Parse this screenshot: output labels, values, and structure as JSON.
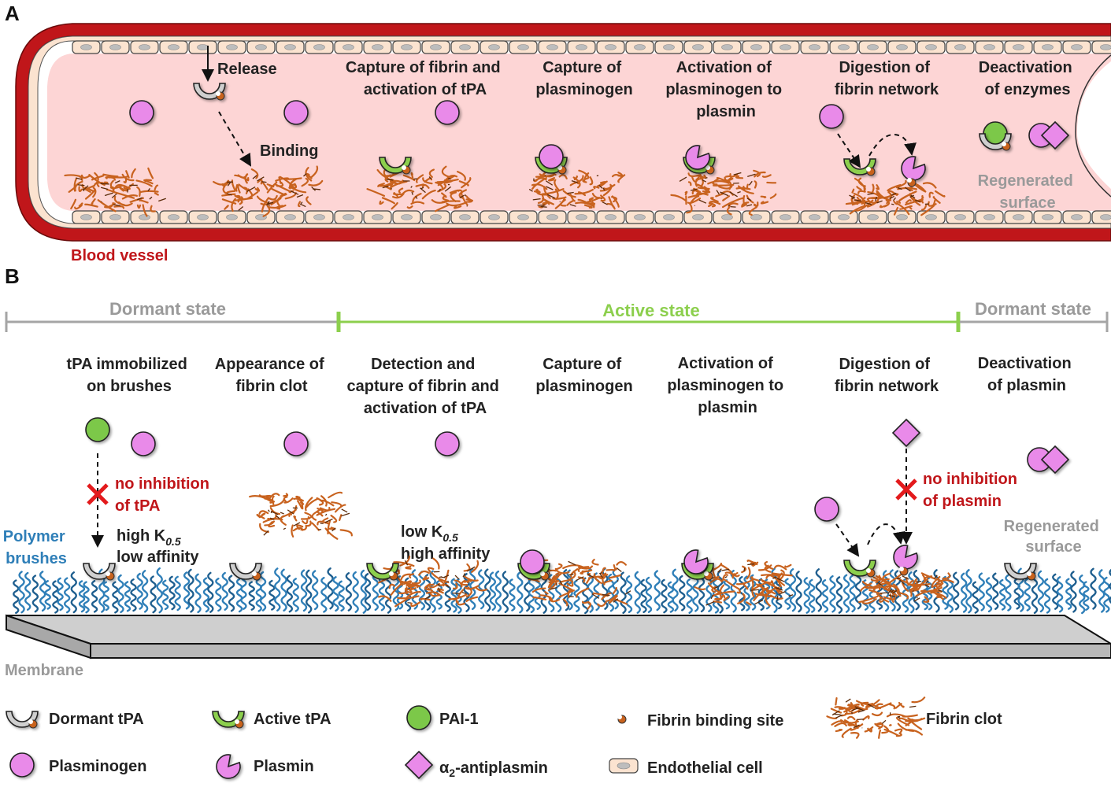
{
  "panelA": {
    "letter": "A",
    "steps": [
      [
        "Release"
      ],
      [
        "Binding"
      ],
      [
        "Capture of fibrin and",
        "activation of tPA"
      ],
      [
        "Capture of",
        "plasminogen"
      ],
      [
        "Activation of",
        "plasminogen to",
        "plasmin"
      ],
      [
        "Digestion of",
        "fibrin network"
      ],
      [
        "Deactivation",
        "of enzymes"
      ]
    ],
    "regenerated": [
      "Regenerated",
      "surface"
    ],
    "vessel_label": "Blood vessel"
  },
  "panelB": {
    "letter": "B",
    "states": [
      "Dormant state",
      "Active state",
      "Dormant state"
    ],
    "steps": [
      [
        "tPA immobilized",
        "on brushes"
      ],
      [
        "Appearance of",
        "fibrin clot"
      ],
      [
        "Detection and",
        "capture of fibrin and",
        "activation of tPA"
      ],
      [
        "Capture of",
        "plasminogen"
      ],
      [
        "Activation of",
        "plasminogen to",
        "plasmin"
      ],
      [
        "Digestion of",
        "fibrin network"
      ],
      [
        "Deactivation",
        "of plasmin"
      ]
    ],
    "no_inhibition_tpa": [
      "no inhibition",
      "of tPA"
    ],
    "no_inhibition_plasmin": [
      "no inhibition",
      "of plasmin"
    ],
    "high_k": "high K",
    "low_affinity": "low affinity",
    "low_k": "low K",
    "high_affinity": "high affinity",
    "k_sub": "0.5",
    "polymer": [
      "Polymer",
      "brushes"
    ],
    "regenerated": [
      "Regenerated",
      "surface"
    ],
    "membrane": "Membrane"
  },
  "legend": {
    "dormant_tpa": "Dormant tPA",
    "active_tpa": "Active tPA",
    "pai1": "PAI-1",
    "fibrin_site": "Fibrin binding site",
    "fibrin_clot": "Fibrin clot",
    "plasminogen": "Plasminogen",
    "plasmin": "Plasmin",
    "antiplasmin_prefix": "α",
    "antiplasmin_sub": "2",
    "antiplasmin_suffix": "-antiplasmin",
    "endothelial": "Endothelial cell"
  },
  "colors": {
    "vessel_red": "#c0161a",
    "lumen": "#fdd5d5",
    "plasminogen": "#e98ae9",
    "fibrin": "#c8621e",
    "active_tpa": "#8ccf4d",
    "brush_blue": "#2f7fb8",
    "grey": "#9a9a9a"
  }
}
